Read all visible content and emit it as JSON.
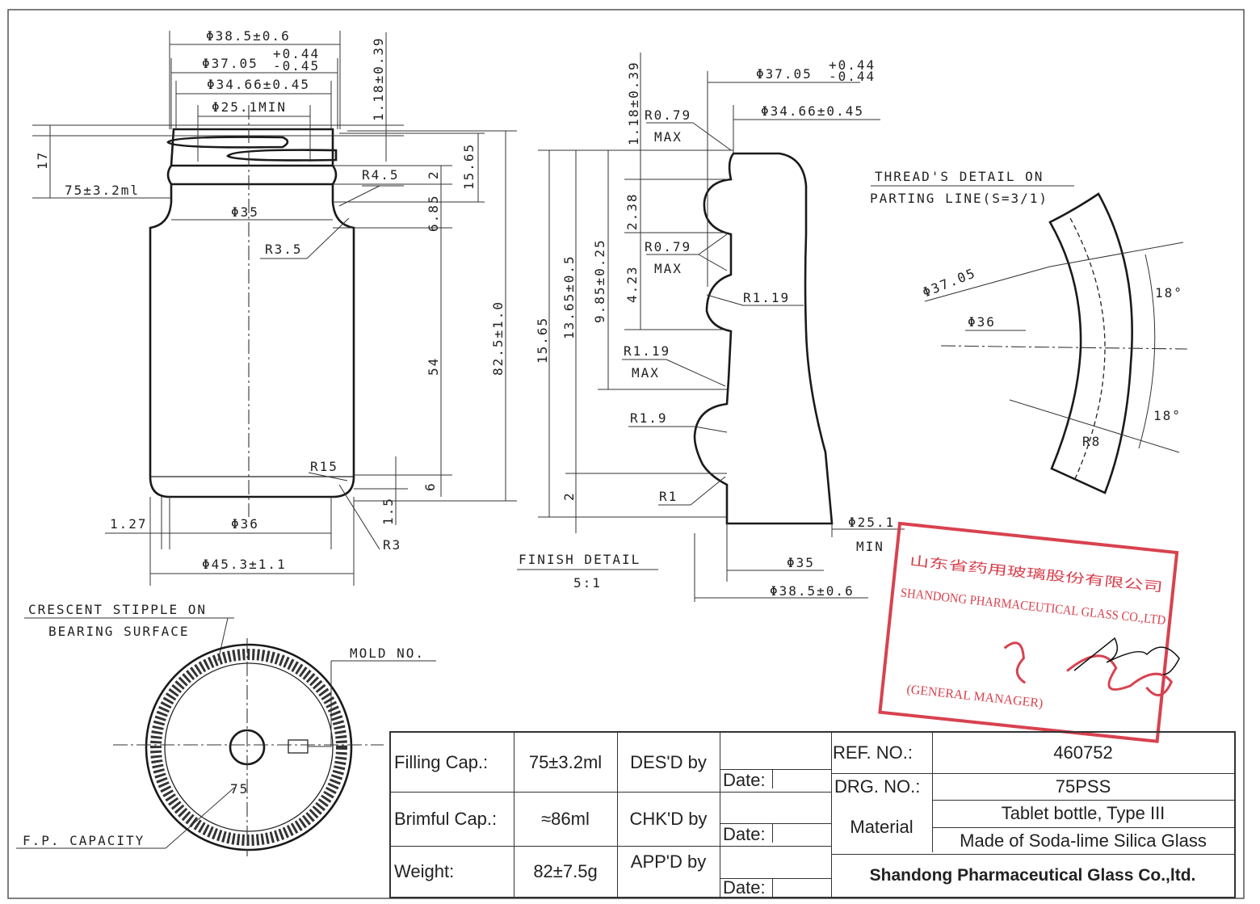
{
  "front_view": {
    "d_38_5": "Φ38.5±0.6",
    "d_37_05": "Φ37.05",
    "tol_plus": "+0.44",
    "tol_minus": "-0.45",
    "d_34_66": "Φ34.66±0.45",
    "d_25_1": "Φ25.1MIN",
    "h_1_18": "1.18±0.39",
    "h_17": "17",
    "capacity": "75±3.2ml",
    "r_4_5": "R4.5",
    "h_2": "2",
    "h_15_65": "15.65",
    "d_35": "Φ35",
    "h_6_85": "6.85",
    "r_3_5": "R3.5",
    "h_82_5": "82.5±1.0",
    "h_54": "54",
    "r_15": "R15",
    "h_6": "6",
    "h_1_5": "1.5",
    "r_3": "R3",
    "t_1_27": "1.27",
    "d_36": "Φ36",
    "d_45_3": "Φ45.3±1.1"
  },
  "finish_detail": {
    "title": "FINISH DETAIL",
    "scale": "5:1",
    "h_1_18": "1.18±0.39",
    "r_0_79_a": "R0.79",
    "max_a": "MAX",
    "d_37_05": "Φ37.05",
    "tol_plus": "+0.44",
    "tol_minus": "-0.44",
    "d_34_66": "Φ34.66±0.45",
    "h_15_65": "15.65",
    "h_13_65": "13.65±0.5",
    "h_9_85": "9.85±0.25",
    "h_2_38": "2.38",
    "h_4_23": "4.23",
    "r_0_79_b": "R0.79",
    "max_b": "MAX",
    "r_1_19_a": "R1.19",
    "r_1_19_b": "R1.19",
    "max_c": "MAX",
    "r_1_9": "R1.9",
    "h_2": "2",
    "r_1": "R1",
    "d_25_1": "Φ25.1",
    "min": "MIN",
    "d_35": "Φ35",
    "d_38_5": "Φ38.5±0.6"
  },
  "thread_detail": {
    "title_line1": "THREAD'S DETAIL ON",
    "title_line2": "PARTING LINE(S=3/1)",
    "d_37_05": "Φ37.05",
    "d_36": "Φ36",
    "angle_top": "18°",
    "angle_bottom": "18°",
    "r_8": "R8"
  },
  "bottom_view": {
    "stipple_line1": "CRESCENT STIPPLE ON",
    "stipple_line2": "BEARING SURFACE",
    "mold_no": "MOLD NO.",
    "capacity_mark": "75",
    "fp_capacity": "F.P. CAPACITY"
  },
  "stamp": {
    "chinese_name": "山东省药用玻璃股份有限公司",
    "english_name": "SHANDONG PHARMACEUTICAL GLASS CO.,LTD",
    "role": "(GENERAL MANAGER)",
    "color": "#d8424f"
  },
  "title_block": {
    "filling_cap_label": "Filling Cap.:",
    "filling_cap_value": "75±3.2ml",
    "brimful_cap_label": "Brimful Cap.:",
    "brimful_cap_value": "≈86ml",
    "weight_label": "Weight:",
    "weight_value": "82±7.5g",
    "designed_by": "DES'D by",
    "checked_by": "CHK'D by",
    "approved_by": "APP'D by",
    "date_label_1": "Date:",
    "date_label_2": "Date:",
    "date_label_3": "Date:",
    "ref_no_label": "REF. NO.:",
    "ref_no_value": "460752",
    "drg_no_label": "DRG. NO.:",
    "drg_no_value": "75PSS",
    "material_label": "Material",
    "material_line1": "Tablet bottle, Type III",
    "material_line2": "Made of Soda-lime Silica Glass",
    "company": "Shandong Pharmaceutical Glass Co.,ltd."
  }
}
